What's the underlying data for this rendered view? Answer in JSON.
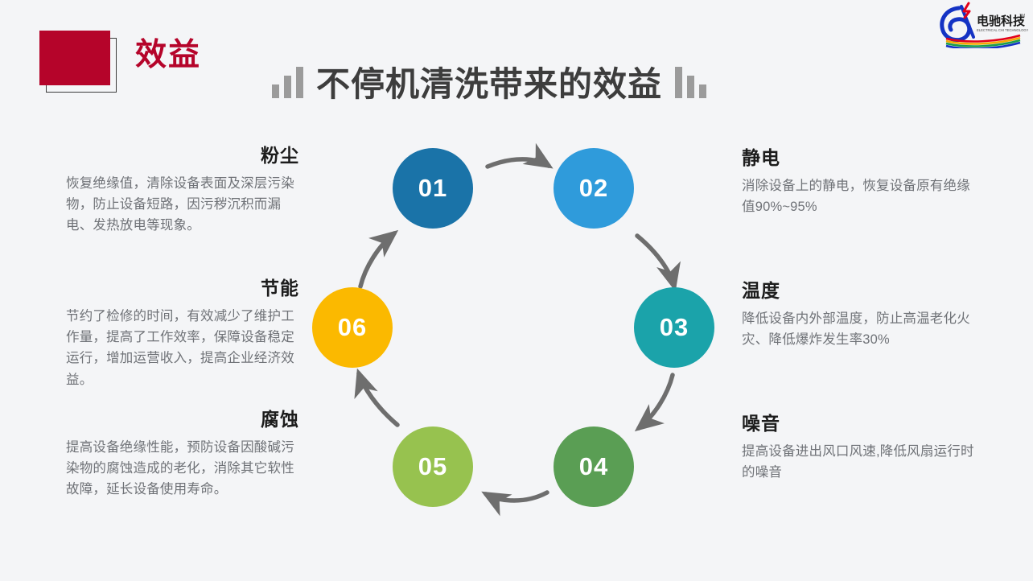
{
  "header": {
    "section_label": "效益",
    "title": "不停机清洗带来的效益",
    "decor_left_icon": "bar-chart-ascending-icon",
    "decor_right_icon": "bar-chart-descending-icon",
    "badge_color": "#b5042a"
  },
  "logo": {
    "name_cn": "电驰科技",
    "name_en": "ELECTRICAL CHI TECHNOLOGY",
    "trademark": "TM"
  },
  "diagram": {
    "nodes": [
      {
        "number": "01",
        "color": "#1a73a8"
      },
      {
        "number": "02",
        "color": "#2f9bdb"
      },
      {
        "number": "03",
        "color": "#1ba3aa"
      },
      {
        "number": "04",
        "color": "#5a9e54"
      },
      {
        "number": "05",
        "color": "#97c24f"
      },
      {
        "number": "06",
        "color": "#fbb900"
      }
    ],
    "arrow_color": "#6e6e6e"
  },
  "benefits": [
    {
      "id": "dust",
      "heading": "粉尘",
      "text": "恢复绝缘值，清除设备表面及深层污染物，防止设备短路，因污秽沉积而漏电、发热放电等现象。"
    },
    {
      "id": "energy",
      "heading": "节能",
      "text": "节约了检修的时间，有效减少了维护工作量，提高了工作效率，保障设备稳定运行，增加运营收入，提高企业经济效益。"
    },
    {
      "id": "corrosion",
      "heading": "腐蚀",
      "text": "提高设备绝缘性能，预防设备因酸碱污染物的腐蚀造成的老化，消除其它软性故障，延长设备使用寿命。"
    },
    {
      "id": "static",
      "heading": "静电",
      "text": "消除设备上的静电，恢复设备原有绝缘值90%~95%"
    },
    {
      "id": "temperature",
      "heading": "温度",
      "text": "降低设备内外部温度，防止高温老化火灾、降低爆炸发生率30%"
    },
    {
      "id": "noise",
      "heading": "噪音",
      "text": "提高设备进出风口风速,降低风扇运行时的噪音"
    }
  ]
}
